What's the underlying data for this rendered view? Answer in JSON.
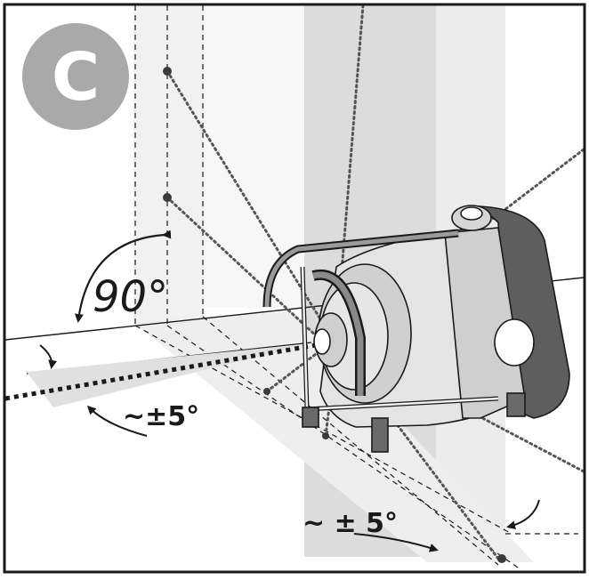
{
  "badge": {
    "letter": "C",
    "color": "#a9a9a9"
  },
  "annotations": {
    "right_angle": "90°",
    "tilt_horizontal": "~±5°",
    "tilt_vertical": "~ ± 5°"
  },
  "colors": {
    "frame": "#1a1a1a",
    "band_light": "#ececec",
    "band_mid": "#d9d9d9",
    "laser_dots": "#555555",
    "device_dark": "#5e5e5e",
    "device_mid": "#bdbdbd",
    "device_light": "#e4e4e4"
  },
  "icons": [
    "curved-arrow-icon",
    "laser-device-icon"
  ]
}
